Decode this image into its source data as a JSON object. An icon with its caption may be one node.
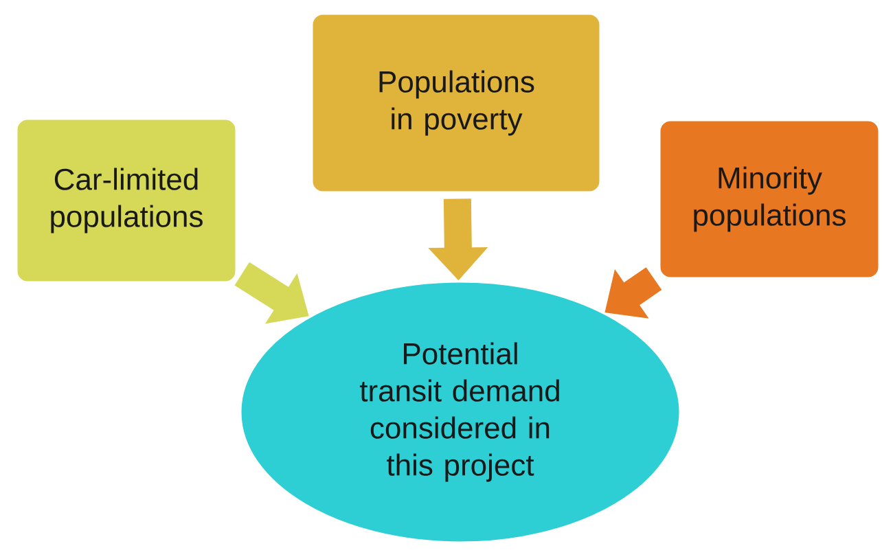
{
  "diagram": {
    "nodes": [
      {
        "text": [
          "Car-limited populations"
        ]
      },
      {
        "text": [
          "Populations in poverty"
        ]
      },
      {
        "text": [
          "Minority populations"
        ]
      },
      {
        "text": [
          "Potential transit demand considered in this project"
        ]
      }
    ],
    "edges": [
      {
        "from": 0,
        "to": 3,
        "arrow": "to",
        "color": "#d5d957"
      },
      {
        "from": 1,
        "to": 3,
        "arrow": "to",
        "color": "#e0b43a"
      },
      {
        "from": 2,
        "to": 3,
        "arrow": "to",
        "color": "#e87722"
      }
    ]
  }
}
